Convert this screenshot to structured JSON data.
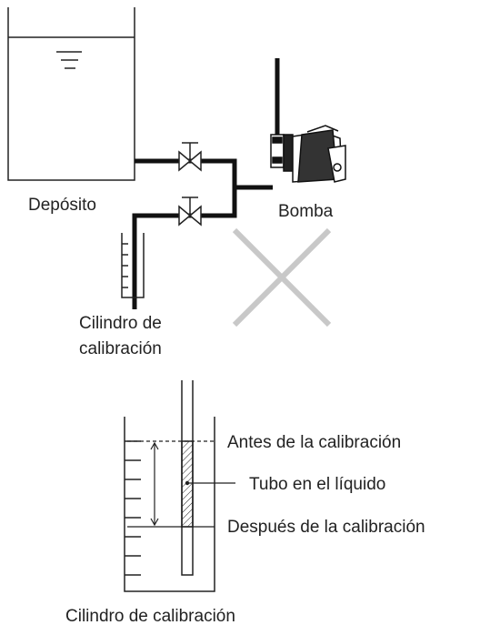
{
  "top_diagram": {
    "tank_label": "Depósito",
    "pump_label": "Bomba",
    "cylinder_label_line1": "Cilindro de",
    "cylinder_label_line2": "calibración",
    "cross_color": "#c8c8c8",
    "pipe_color": "#111111"
  },
  "bottom_diagram": {
    "before_label": "Antes de la calibración",
    "tube_label": "Tubo en el líquido",
    "after_label": "Después de la calibración",
    "cylinder_label": "Cilindro de calibración"
  }
}
